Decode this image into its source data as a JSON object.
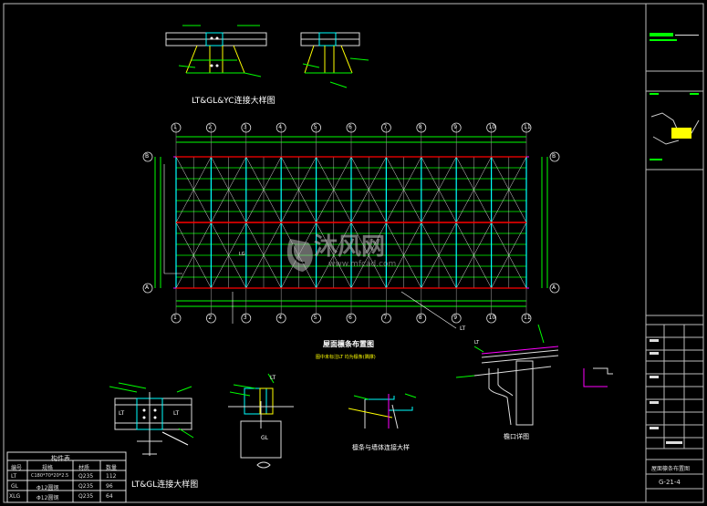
{
  "drawing": {
    "title_top_detail": "LT&GL&YC连接大样图",
    "plan_title": "屋面檩条布置图",
    "plan_note": "图中未标注LT 均为檩条(隅撑)",
    "detail_lt_gl": "LT&GL连接大样图",
    "detail_lt_wall": "檩条与墙体连接大样",
    "detail_eave": "檐口详图",
    "plan_lt_label": "LT",
    "wall_lt_label": "LT",
    "wall_gl_label": "GL",
    "detail_lt_left": "LT",
    "detail_lt_right": "LT",
    "plan_lg_label": "LG",
    "eave_lt_label": "LT"
  },
  "grid": {
    "columns": [
      "1",
      "2",
      "3",
      "4",
      "5",
      "6",
      "7",
      "8",
      "9",
      "10",
      "11"
    ],
    "rows_left": [
      "B",
      "A"
    ],
    "rows_right": [
      "B",
      "A"
    ]
  },
  "member_table": {
    "title": "构件表",
    "headers": [
      "编号",
      "规格",
      "材质",
      "数量"
    ],
    "rows": [
      {
        "id": "LT",
        "spec": "C180*70*20*2.5",
        "mat": "Q235",
        "qty": "112"
      },
      {
        "id": "GL",
        "spec": "Φ12圆钢",
        "mat": "Q235",
        "qty": "96"
      },
      {
        "id": "XLG",
        "spec": "Φ12圆钢",
        "mat": "Q235",
        "qty": "64"
      }
    ]
  },
  "title_block": {
    "drawing_name": "屋面檩条布置图",
    "drawing_no": "G-21-4"
  },
  "watermark": {
    "brand": "沐风网",
    "url": "www.mfcad.com"
  }
}
